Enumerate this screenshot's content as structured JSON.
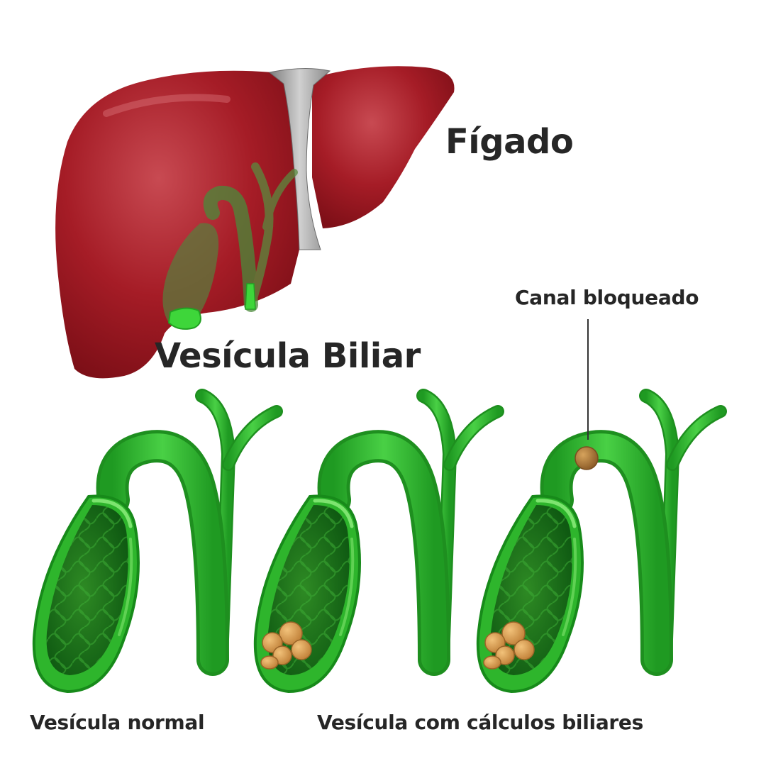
{
  "labels": {
    "liver": "Fígado",
    "gallbladder": "Vesícula Biliar",
    "blocked_duct": "Canal bloqueado",
    "normal": "Vesícula normal",
    "with_stones": "Vesícula com cálculos biliares"
  },
  "colors": {
    "liver": "#9b1620",
    "liver_highlight": "#c44a52",
    "ligament": "#9a9a9a",
    "bile_green": "#2fb82f",
    "bile_dark": "#147a18",
    "stone": "#d49a4c",
    "blockage": "#a87636",
    "text": "#262626"
  }
}
